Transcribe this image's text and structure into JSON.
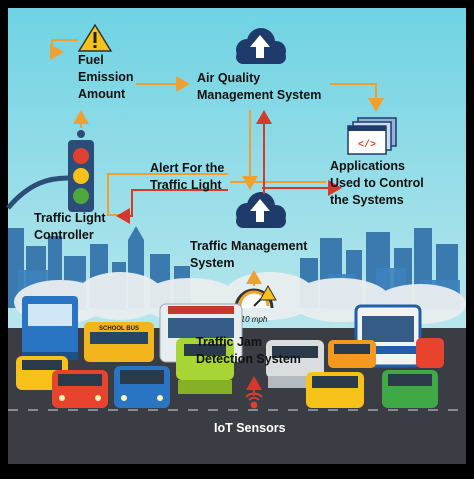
{
  "labels": {
    "fuel_emission": [
      "Fuel",
      "Emission",
      "Amount"
    ],
    "air_quality": [
      "Air Quality",
      "Management System"
    ],
    "applications": [
      "Applications",
      "Used to Control",
      "the Systems"
    ],
    "alert": [
      "Alert For the",
      "Traffic Light"
    ],
    "traffic_light_controller": [
      "Traffic Light",
      "Controller"
    ],
    "traffic_management": [
      "Traffic Management",
      "System"
    ],
    "speed": "10 mph",
    "traffic_jam": [
      "Traffic Jam",
      "Detection System"
    ],
    "iot_sensors": "IoT Sensors",
    "school_bus": "SCHOOL BUS",
    "code_symbol": "</>"
  },
  "colors": {
    "sky_top": "#6fd3e3",
    "sky_bottom": "#cdeef2",
    "road": "#3b3d44",
    "arrow_orange": "#f0a030",
    "arrow_red": "#d33a2c",
    "cloud_icon": "#1f3b6b",
    "warning_yellow": "#f6c21a"
  },
  "icons": [
    "warning-icon",
    "cloud-upload-icon",
    "code-window-icon",
    "traffic-light-icon",
    "speedometer-icon",
    "sensor-icon"
  ]
}
